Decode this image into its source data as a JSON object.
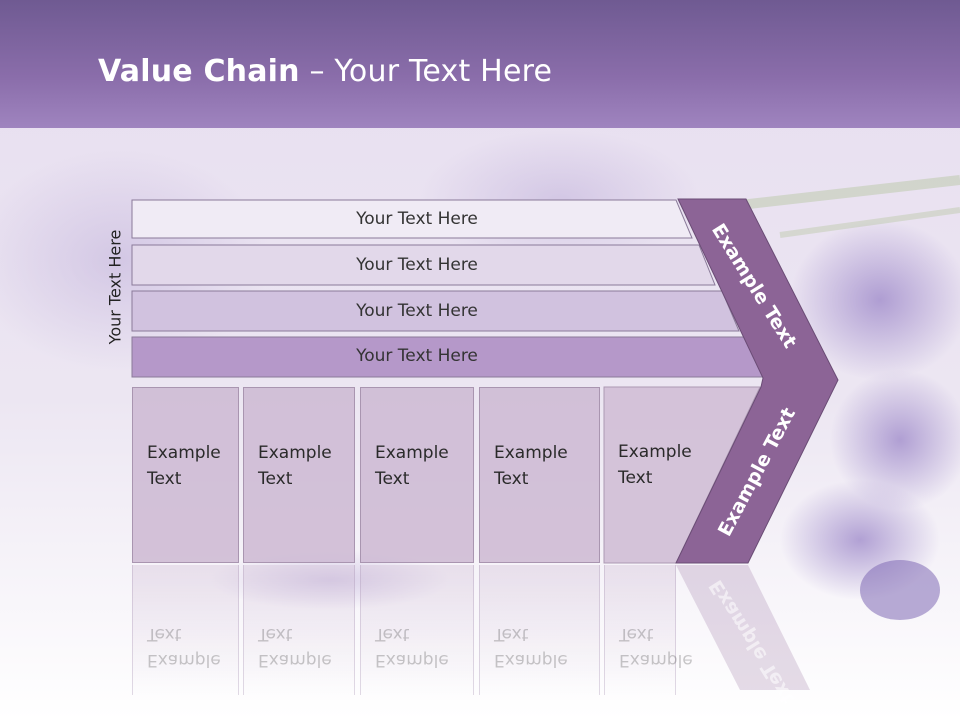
{
  "slide": {
    "title_bold": "Value Chain",
    "title_rest": " – Your Text Here",
    "side_label": "Your Text Here",
    "bars": [
      {
        "label": "Your Text Here",
        "color": "#f0ebf5"
      },
      {
        "label": "Your Text Here",
        "color": "#e2d8ea"
      },
      {
        "label": "Your Text Here",
        "color": "#d1c2df"
      },
      {
        "label": "Your Text Here",
        "color": "#b598c9"
      }
    ],
    "boxes": [
      {
        "label": "Example Text"
      },
      {
        "label": "Example Text"
      },
      {
        "label": "Example Text"
      },
      {
        "label": "Example Text"
      },
      {
        "label": "Example Text"
      }
    ],
    "chevron_upper_label": "Example Text",
    "chevron_lower_label": "Example Text",
    "colors": {
      "header": "#7e64a0",
      "chevron": "#8c6496",
      "box": "#cdb9d2"
    }
  }
}
